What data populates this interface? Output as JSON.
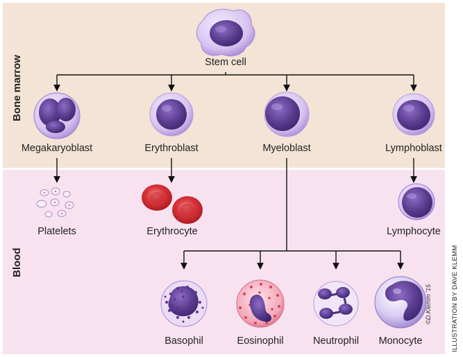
{
  "zones": {
    "bone_marrow": "Bone marrow",
    "blood": "Blood"
  },
  "cells": {
    "stem_cell": "Stem cell",
    "megakaryoblast": "Megakaryoblast",
    "erythroblast": "Erythroblast",
    "myeloblast": "Myeloblast",
    "lymphoblast": "Lymphoblast",
    "platelets": "Platelets",
    "erythrocyte": "Erythrocyte",
    "lymphocyte": "Lymphocyte",
    "basophil": "Basophil",
    "eosinophil": "Eosinophil",
    "neutrophil": "Neutrophil",
    "monocyte": "Monocyte"
  },
  "credit": "ILLUSTRATION BY DAVE KLEMM",
  "signature": "©D.Klemm '15",
  "colors": {
    "marrow_bg": "#f3e4d6",
    "blood_bg": "#f8e2f0",
    "nucleus": "#5a3d8f",
    "membrane": "#c9b3e6",
    "rbc": "#d9363b",
    "eosin": "#e0576e"
  }
}
